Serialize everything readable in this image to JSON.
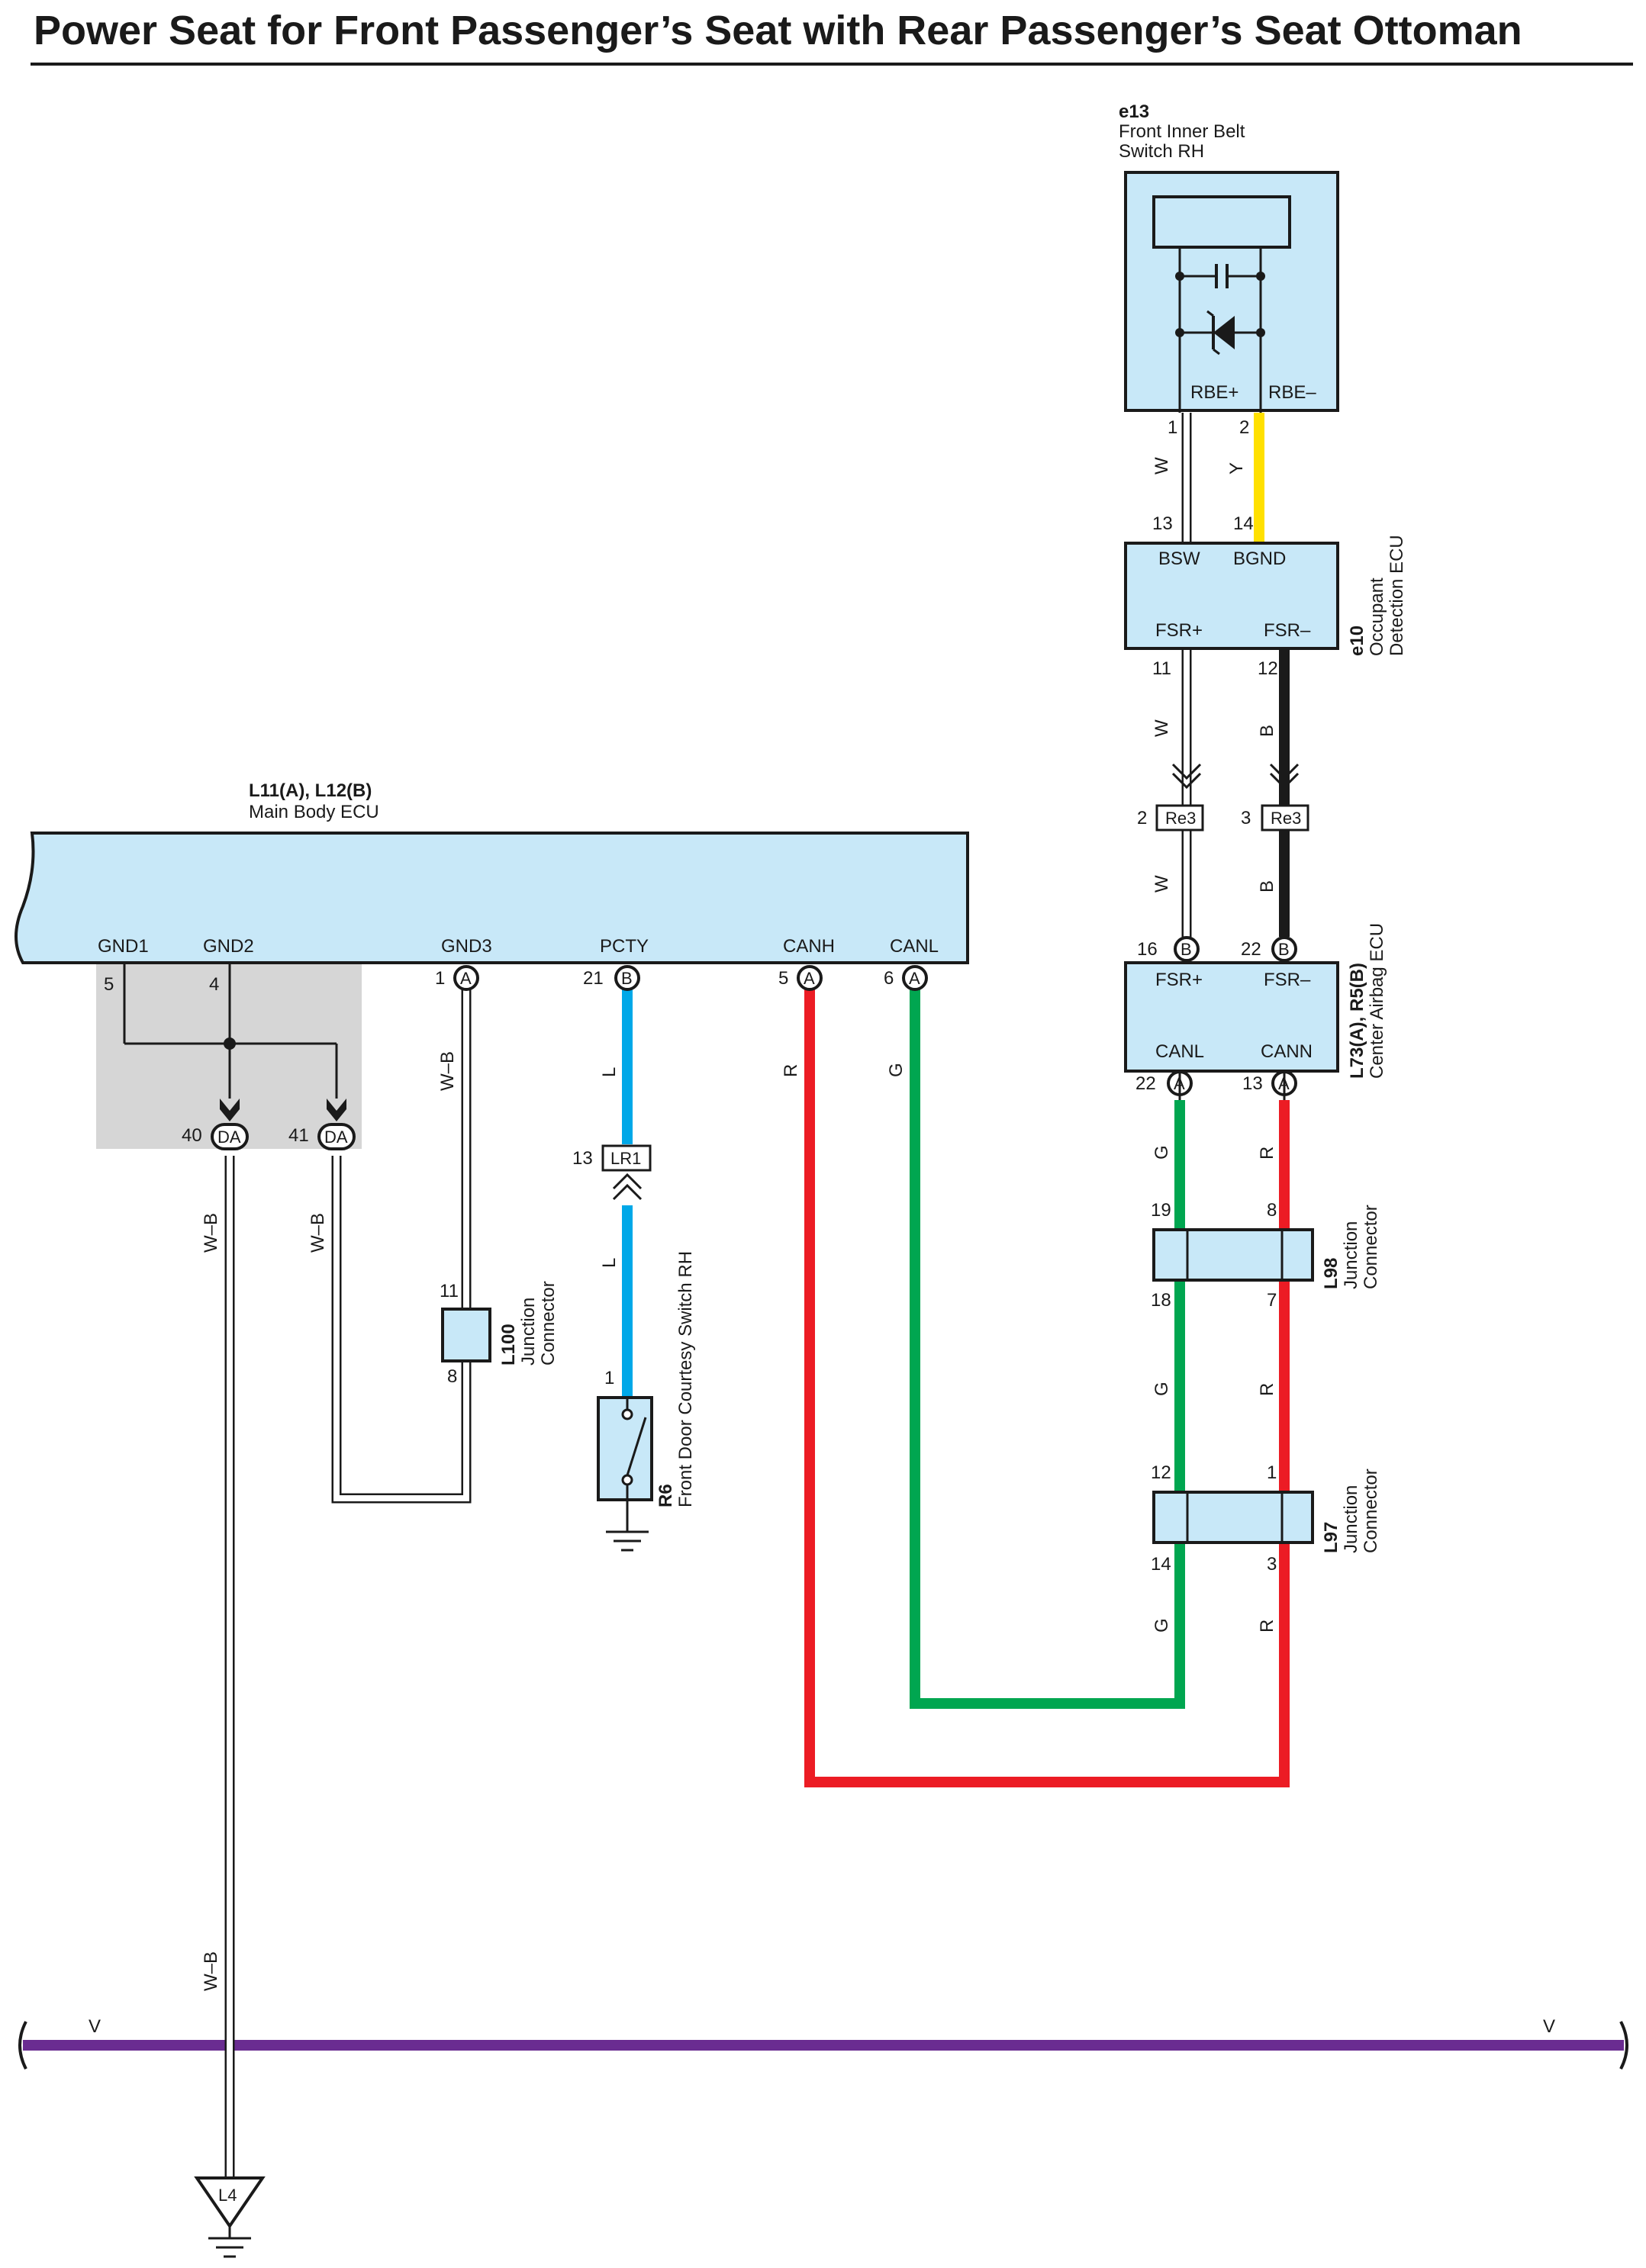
{
  "title": "Power Seat for Front Passenger’s Seat with Rear Passenger’s Seat Ottoman",
  "components": {
    "e13": {
      "code": "e13",
      "name_line1": "Front Inner Belt",
      "name_line2": "Switch RH",
      "term1": "RBE+",
      "term2": "RBE–",
      "pin1": "1",
      "pin2": "2"
    },
    "e10": {
      "code": "e10",
      "name_line1": "Occupant",
      "name_line2": "Detection ECU",
      "term_bsw": "BSW",
      "term_bgnd": "BGND",
      "term_fsrp": "FSR+",
      "term_fsrm": "FSR–",
      "pin_bsw": "13",
      "pin_bgnd": "14",
      "pin_fsrp": "11",
      "pin_fsrm": "12"
    },
    "re3": {
      "code": "Re3",
      "pin_left": "2",
      "pin_right": "3"
    },
    "l73": {
      "code": "L73(A), R5(B)",
      "name": "Center Airbag ECU",
      "term_fsrp": "FSR+",
      "term_fsrm": "FSR–",
      "term_canl": "CANL",
      "term_cann": "CANN",
      "pin_fsrp": "16",
      "pin_fsrm": "22",
      "pin_canl": "22",
      "pin_cann": "13",
      "conn_b": "B",
      "conn_a": "A"
    },
    "main_ecu": {
      "code": "L11(A), L12(B)",
      "name": "Main Body ECU",
      "term_gnd1": "GND1",
      "term_gnd2": "GND2",
      "term_gnd3": "GND3",
      "term_pcty": "PCTY",
      "term_canh": "CANH",
      "term_canl": "CANL",
      "pin_gnd1": "5",
      "pin_gnd2": "4",
      "pin_gnd3": "1",
      "pin_pcty": "21",
      "pin_canh": "5",
      "pin_canl": "6",
      "conn_a": "A",
      "conn_b": "B"
    },
    "da": {
      "code": "DA",
      "pin_left": "40",
      "pin_right": "41"
    },
    "l100": {
      "code": "L100",
      "name_line1": "Junction",
      "name_line2": "Connector",
      "pin_top": "11",
      "pin_bottom": "8"
    },
    "lr1": {
      "code": "LR1",
      "pin": "13"
    },
    "r6": {
      "code": "R6",
      "name": "Front Door Courtesy Switch RH",
      "pin": "1"
    },
    "l98": {
      "code": "L98",
      "name_line1": "Junction",
      "name_line2": "Connector",
      "pin_tl": "19",
      "pin_tr": "8",
      "pin_bl": "18",
      "pin_br": "7"
    },
    "l97": {
      "code": "L97",
      "name_line1": "Junction",
      "name_line2": "Connector",
      "pin_tl": "12",
      "pin_tr": "1",
      "pin_bl": "14",
      "pin_br": "3"
    },
    "l4": {
      "code": "L4"
    }
  },
  "wire_colors": {
    "W": "W",
    "Y": "Y",
    "B": "B",
    "L": "L",
    "R": "R",
    "G": "G",
    "WB": "W–B",
    "V": "V"
  },
  "colors": {
    "ecu_fill": "#c8e8f8",
    "white_wire": "#ffffff",
    "yellow_wire": "#ffe000",
    "black_wire": "#1a1a1a",
    "blue_wire": "#00a8e8",
    "red_wire": "#ec1c24",
    "green_wire": "#00a650",
    "violet_wire": "#6a2c91",
    "shade": "#d6d6d6"
  }
}
